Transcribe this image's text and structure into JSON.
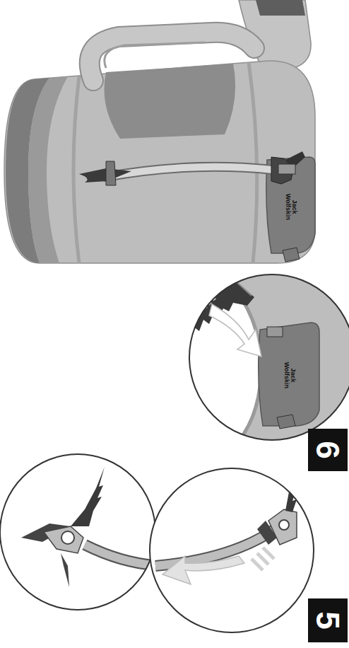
{
  "diagram": {
    "nodes": [
      {
        "text": [
          "5"
        ]
      },
      {
        "text": [
          "6"
        ]
      }
    ],
    "labels": [
      "Jack Wolfskin",
      "Jack Wolfskin"
    ]
  }
}
